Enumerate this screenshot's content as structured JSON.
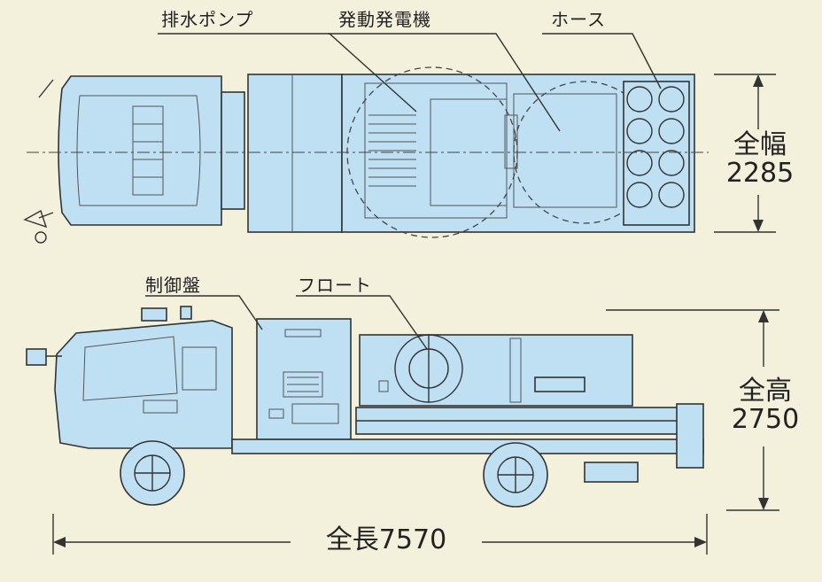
{
  "labels": {
    "pump": "排水ポンプ",
    "generator": "発動発電機",
    "hose": "ホース",
    "control_panel": "制御盤",
    "float": "フロート"
  },
  "dimensions": {
    "width_label": "全幅",
    "width_value": "2285",
    "height_label": "全高",
    "height_value": "2750",
    "length_label": "全長7570"
  },
  "colors": {
    "background": "#f3f0dc",
    "body_fill": "#bfe0f2",
    "line": "#333333"
  }
}
